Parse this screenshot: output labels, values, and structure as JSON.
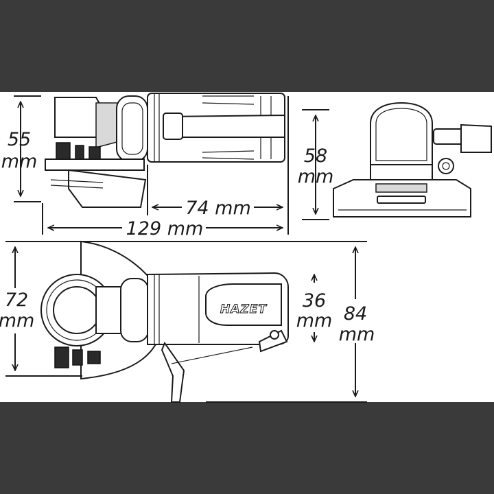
{
  "brand_logo_text": "HAZET",
  "dimensions": {
    "top_view_height": {
      "value": "55",
      "unit": "mm"
    },
    "side_view_height": {
      "value": "58",
      "unit": "mm"
    },
    "motor_length": {
      "value": "74 mm"
    },
    "overall_length": {
      "value": "129 mm"
    },
    "guard_height": {
      "value": "72",
      "unit": "mm"
    },
    "body_diameter": {
      "value": "36",
      "unit": "mm"
    },
    "overall_height": {
      "value": "84",
      "unit": "mm"
    }
  },
  "colors": {
    "background_band": "#3a3a3a",
    "sheet": "#ffffff",
    "line": "#1a1a1a"
  }
}
